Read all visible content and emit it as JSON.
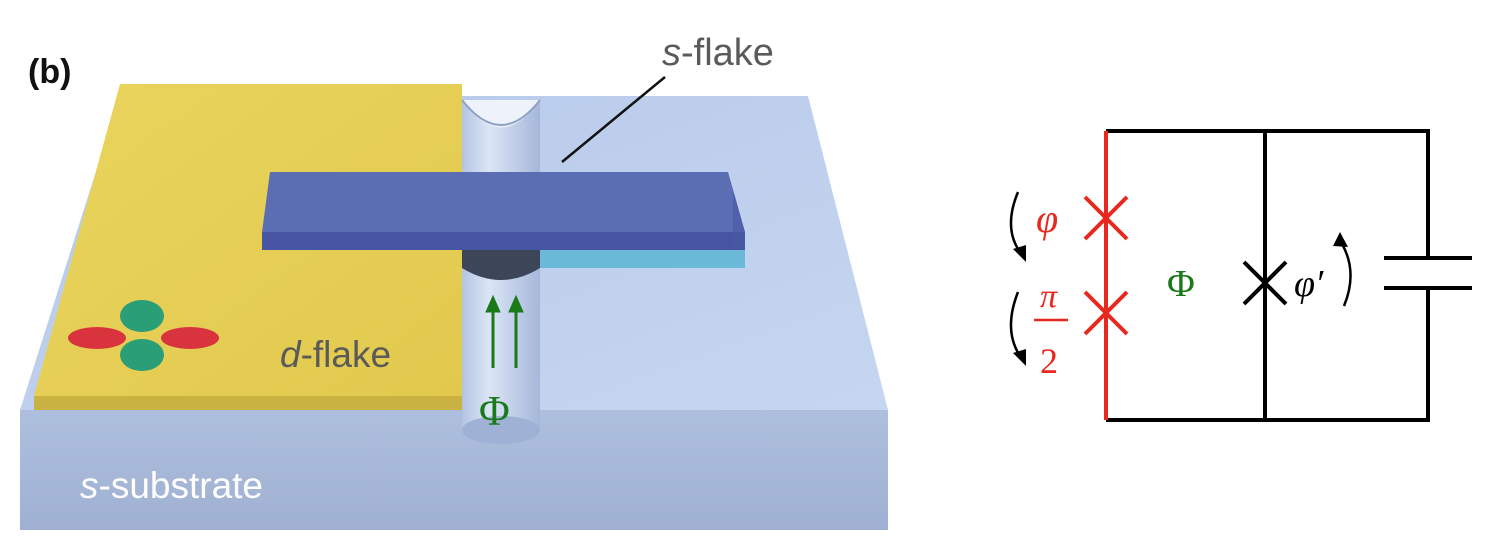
{
  "panel_label": "(b)",
  "labels": {
    "s_flake": {
      "italic": "s",
      "rest": "-flake"
    },
    "d_flake": {
      "italic": "d",
      "rest": "-flake"
    },
    "s_substrate": {
      "italic": "s",
      "rest": "-substrate"
    },
    "flux": "Φ"
  },
  "circuit": {
    "phase_top": "φ",
    "phase_frac_num": "π",
    "phase_frac_den": "2",
    "flux": "Φ",
    "phase_prime": "φ′"
  },
  "colors": {
    "d_flake": "#e8d25a",
    "substrate_top": "#bcd0ee",
    "substrate_side": "#a6b6d6",
    "s_flake_top": "#5b6db3",
    "s_flake_front": "#4655a3",
    "cyan_strip": "#6ab9d8",
    "lobe_red": "#d9343e",
    "lobe_green": "#2a9e77",
    "flux_green": "#1a7a1a",
    "circuit_red": "#e8281e",
    "label_gray": "#5a5a5a"
  }
}
